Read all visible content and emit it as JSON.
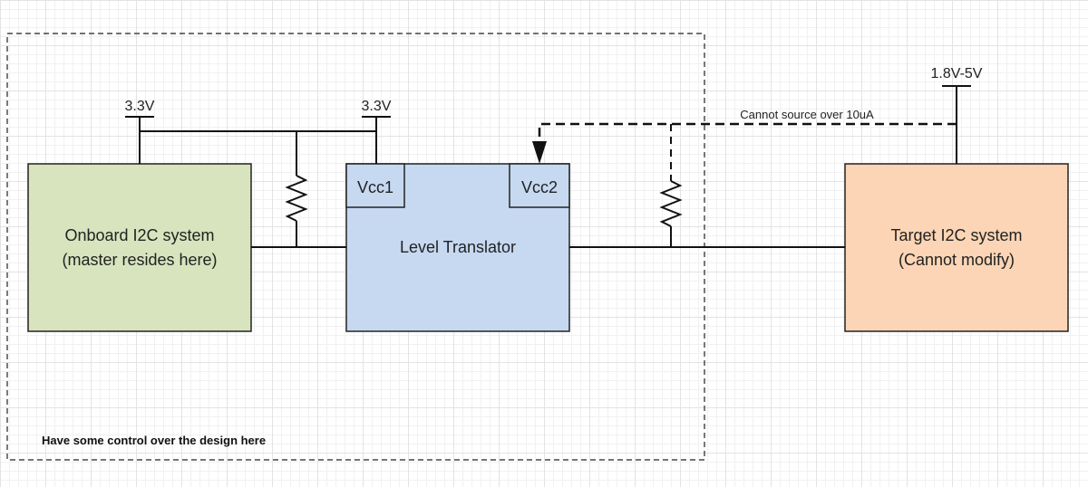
{
  "region": {
    "label": "Have some control over the design here"
  },
  "rails": {
    "onboard_supply": "3.3V",
    "translator_supply": "3.3V",
    "target_supply": "1.8V-5V"
  },
  "blocks": {
    "onboard": {
      "line1": "Onboard I2C system",
      "line2": "(master resides here)",
      "color": "#d7e4bd"
    },
    "translator": {
      "title": "Level Translator",
      "vcc1": "Vcc1",
      "vcc2": "Vcc2",
      "color": "#c6d9f1"
    },
    "target": {
      "line1": "Target I2C system",
      "line2": "(Cannot modify)",
      "color": "#fbd5b5"
    }
  },
  "annotations": {
    "dashed_supply_note": "Cannot source over 10uA"
  }
}
